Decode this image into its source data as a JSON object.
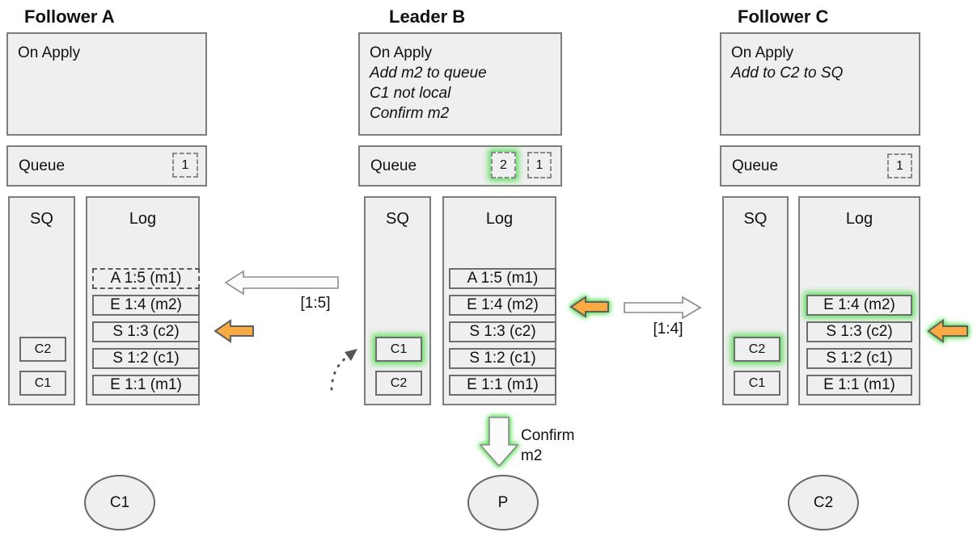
{
  "colors": {
    "box_fill": "#efefef",
    "box_border": "#7d7d7d",
    "entry_border": "#6e6e6e",
    "orange_fill": "#faaa42",
    "orange_border": "#5f5f5f",
    "white_arrow_fill": "#fbfbfb",
    "white_arrow_border": "#8a8a8a",
    "glow_green": "#5ce05c",
    "dotted_arrow": "#555555",
    "text": "#111111"
  },
  "nodes": [
    {
      "title": "Follower A",
      "on_apply": {
        "title": "On Apply",
        "lines": []
      },
      "queue": {
        "label": "Queue",
        "items": [
          {
            "label": "1",
            "glow": false
          }
        ]
      },
      "sq": {
        "label": "SQ",
        "items": [
          {
            "label": "C2",
            "glow": false
          },
          {
            "label": "C1",
            "glow": false
          }
        ]
      },
      "log": {
        "label": "Log",
        "entries": [
          {
            "text": "A 1:5 (m1)",
            "border": "dashed",
            "glow": false
          },
          {
            "text": "E 1:4 (m2)",
            "border": "solid",
            "glow": false
          },
          {
            "text": "S 1:3 (c2)",
            "border": "solid",
            "glow": false
          },
          {
            "text": "S 1:2 (c1)",
            "border": "solid",
            "glow": false
          },
          {
            "text": "E 1:1 (m1)",
            "border": "solid",
            "glow": false
          }
        ]
      },
      "client": "C1"
    },
    {
      "title": "Leader B",
      "on_apply": {
        "title": "On Apply",
        "lines": [
          "Add m2 to queue",
          "C1 not local",
          "Confirm m2"
        ]
      },
      "queue": {
        "label": "Queue",
        "items": [
          {
            "label": "2",
            "glow": true
          },
          {
            "label": "1",
            "glow": false
          }
        ]
      },
      "sq": {
        "label": "SQ",
        "items": [
          {
            "label": "C1",
            "glow": true
          },
          {
            "label": "C2",
            "glow": false
          }
        ]
      },
      "log": {
        "label": "Log",
        "entries": [
          {
            "text": "A 1:5 (m1)",
            "border": "solid",
            "glow": false
          },
          {
            "text": "E 1:4 (m2)",
            "border": "solid",
            "glow": false
          },
          {
            "text": "S 1:3 (c2)",
            "border": "solid",
            "glow": false
          },
          {
            "text": "S 1:2 (c1)",
            "border": "solid",
            "glow": false
          },
          {
            "text": "E 1:1 (m1)",
            "border": "solid",
            "glow": false
          }
        ]
      },
      "client": "P"
    },
    {
      "title": "Follower C",
      "on_apply": {
        "title": "On Apply",
        "lines": [
          "Add to C2 to SQ"
        ]
      },
      "queue": {
        "label": "Queue",
        "items": [
          {
            "label": "1",
            "glow": false
          }
        ]
      },
      "sq": {
        "label": "SQ",
        "items": [
          {
            "label": "C2",
            "glow": true
          },
          {
            "label": "C1",
            "glow": false
          }
        ]
      },
      "log": {
        "label": "Log",
        "entries": [
          {
            "text": "E 1:4 (m2)",
            "border": "solid",
            "glow": true
          },
          {
            "text": "S 1:3 (c2)",
            "border": "solid",
            "glow": false
          },
          {
            "text": "S 1:2 (c1)",
            "border": "solid",
            "glow": false
          },
          {
            "text": "E 1:1 (m1)",
            "border": "solid",
            "glow": false
          }
        ]
      },
      "client": "C2"
    }
  ],
  "arrows": {
    "replicate_ab_label": "[1:5]",
    "replicate_bc_label": "[1:4]",
    "confirm_line1": "Confirm",
    "confirm_line2": "m2"
  }
}
